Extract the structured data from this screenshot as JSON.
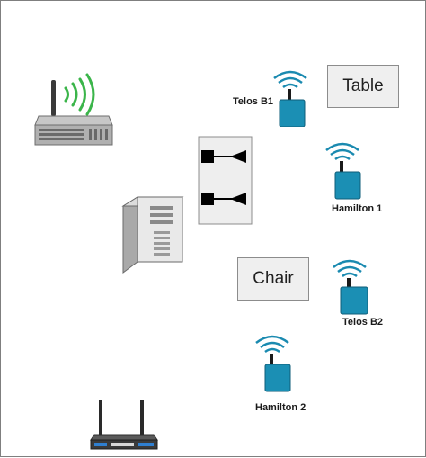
{
  "objects": {
    "table": "Table",
    "chair": "Chair"
  },
  "nodes": {
    "telos_b1": "Telos B1",
    "telos_b2": "Telos B2",
    "hamilton_1": "Hamilton 1",
    "hamilton_2": "Hamilton 2"
  },
  "colors": {
    "sensor_body": "#1b8fb4",
    "wifi_waves": "#1a8ab0",
    "ap_waves": "#3bb54a",
    "label_box_fill": "#efefef",
    "border": "#8c8c8c"
  },
  "icons": [
    "wifi-access-point-icon",
    "server-tower-icon",
    "relay-switch-icon",
    "sensor-node-icon",
    "router-icon"
  ]
}
